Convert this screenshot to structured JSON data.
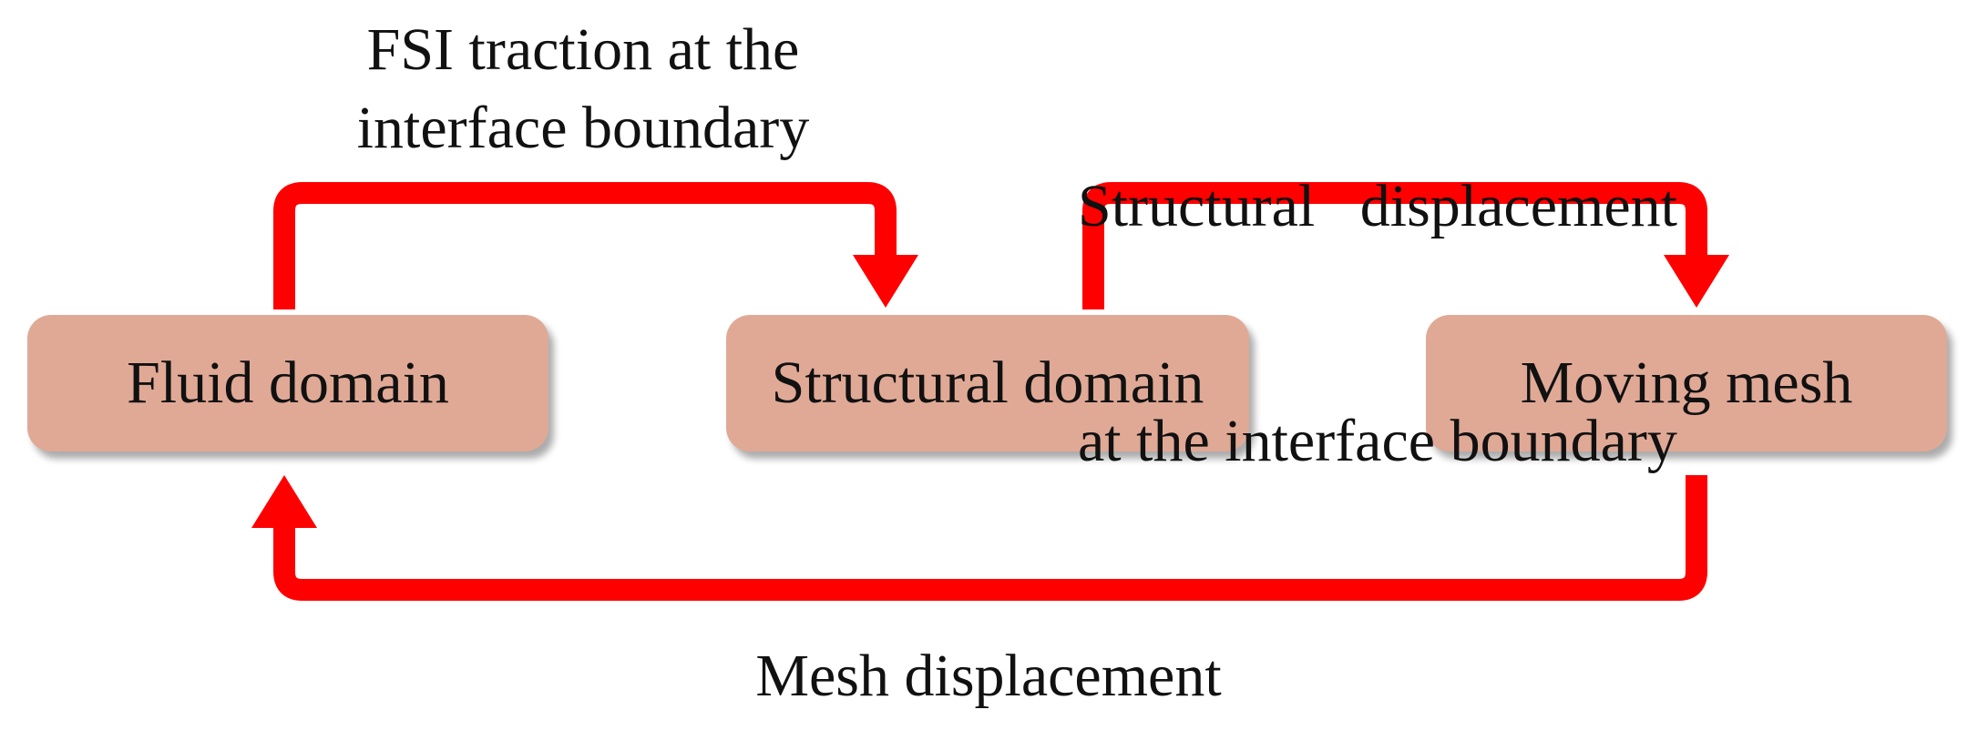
{
  "nodes": {
    "fluid": "Fluid domain",
    "structural": "Structural domain",
    "mesh": "Moving mesh"
  },
  "edges": {
    "fsi_traction": {
      "line1": "FSI traction at the",
      "line2": "interface boundary"
    },
    "structural_displacement": {
      "line1": "Structural   displacement",
      "line2": "at the interface boundary"
    },
    "mesh_displacement": {
      "line1": "Mesh displacement"
    }
  },
  "colors": {
    "box_fill": "#e0a996",
    "arrow": "#ff0000"
  }
}
